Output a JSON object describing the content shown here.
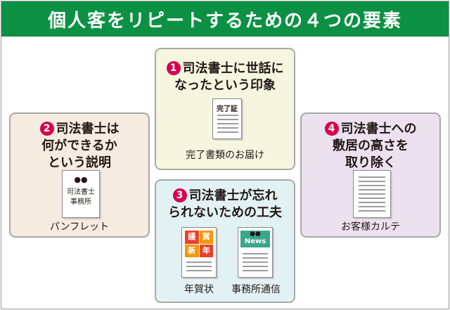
{
  "title": "個人客をリピートするための４つの要素",
  "colors": {
    "title_bg": "#0c9144",
    "number_badge": "#d6004d",
    "card1_bg": "#f6f6e0",
    "card2_bg": "#f5ebe0",
    "card3_bg": "#e2f1f4",
    "card4_bg": "#ece2ef",
    "news_header": "#3aa78c",
    "greeting_red": "#e8412c",
    "greeting_orange": "#f39800"
  },
  "cards": [
    {
      "number": "1",
      "title_line1": "司法書士に世話に",
      "title_line2": "なったという印象",
      "doc_label": "完了証",
      "caption": "完了書類のお届け"
    },
    {
      "number": "2",
      "title_line1": "司法書士は",
      "title_line2": "何ができるか",
      "title_line3": "という説明",
      "doc_logo": "●●",
      "doc_line1": "司法書士",
      "doc_line2": "事務所",
      "caption": "パンフレット"
    },
    {
      "number": "3",
      "title_line1": "司法書士が忘れ",
      "title_line2": "られないための工夫",
      "greeting_chars": [
        "謹",
        "賀",
        "新",
        "年"
      ],
      "news_logo": "●●",
      "news_label": "News",
      "caption_left": "年賀状",
      "caption_right": "事務所通信"
    },
    {
      "number": "4",
      "title_line1": "司法書士への",
      "title_line2": "敷居の高さを",
      "title_line3": "取り除く",
      "caption": "お客様カルテ"
    }
  ]
}
